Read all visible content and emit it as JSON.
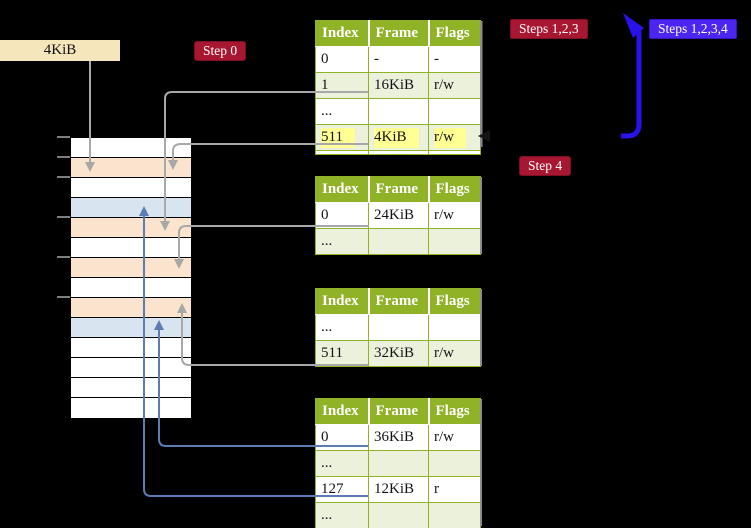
{
  "diagram_title": "page-table-translation-diagram",
  "page_box": {
    "label": "4KiB"
  },
  "step_labels": {
    "step0": "Step 0",
    "steps123": "Steps 1,2,3",
    "steps1234": "Steps 1,2,3,4",
    "step4": "Step 4"
  },
  "tables": [
    {
      "header": [
        "Index",
        "Frame",
        "Flags"
      ],
      "rows": [
        [
          "0",
          "-",
          "-"
        ],
        [
          "1",
          "16KiB",
          "r/w"
        ],
        [
          "...",
          "",
          ""
        ],
        [
          "511",
          "4KiB",
          "r/w"
        ]
      ]
    },
    {
      "header": [
        "Index",
        "Frame",
        "Flags"
      ],
      "rows": [
        [
          "0",
          "24KiB",
          "r/w"
        ],
        [
          "...",
          "",
          ""
        ]
      ]
    },
    {
      "header": [
        "Index",
        "Frame",
        "Flags"
      ],
      "rows": [
        [
          "...",
          "",
          ""
        ],
        [
          "511",
          "32KiB",
          "r/w"
        ]
      ]
    },
    {
      "header": [
        "Index",
        "Frame",
        "Flags"
      ],
      "rows": [
        [
          "0",
          "36KiB",
          "r/w"
        ],
        [
          "...",
          "",
          ""
        ],
        [
          "127",
          "12KiB",
          "r"
        ],
        [
          "...",
          "",
          ""
        ]
      ]
    }
  ],
  "memory": {
    "row_colors": [
      "white",
      "peach",
      "white",
      "blue",
      "peach",
      "white",
      "peach",
      "white",
      "peach",
      "blue",
      "white",
      "white",
      "white",
      "white"
    ],
    "tick_count": 6
  },
  "colors": {
    "table_header_green": "#8FB226",
    "table_row_light_green": "#ECF1DC",
    "highlight_yellow": "#FFFF94",
    "memory_peach": "#FBE4CD",
    "memory_light_blue": "#D9E4F1",
    "page_box_beige": "#F6E6BB",
    "badge_crimson": "#A81731",
    "badge_violet": "#4C26F0",
    "arrow_gray": "#A8A8A8",
    "arrow_thin_blue": "#5C7DB3",
    "arrow_thick_blue": "#2912EB",
    "tick_gray": "#7F7F7F",
    "table_shadow_gray": "#8C8C8C"
  }
}
